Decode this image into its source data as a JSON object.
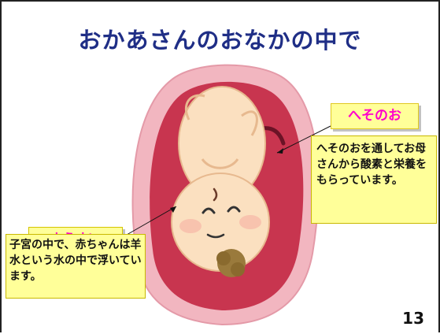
{
  "slide": {
    "title": "おかあさんのおなかの中で",
    "page_number": "13"
  },
  "labels": {
    "navel": "へそのお",
    "amniotic_fluid": "ようすい"
  },
  "notes": {
    "navel": "へそのおを通してお母さんから酸素と栄養をもらっています。",
    "amniotic_fluid": "子宮の中で、赤ちゃんは羊水という水の中で浮いています。"
  },
  "colors": {
    "title": "#1f2e86",
    "label_text": "#ff00cc",
    "label_bg": "#ffff99",
    "uterus_outer": "#f2b6c0",
    "uterus_inner": "#c8354f",
    "baby_skin": "#fbe0c0"
  }
}
